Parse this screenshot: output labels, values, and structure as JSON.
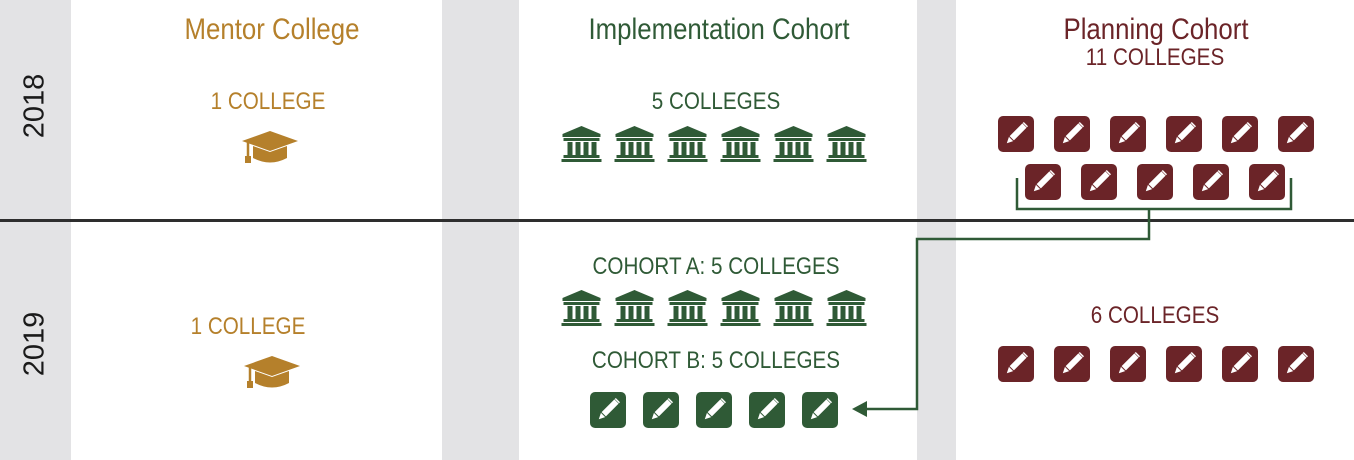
{
  "years": {
    "first": "2018",
    "second": "2019"
  },
  "columns": {
    "mentor": {
      "title": "Mentor College"
    },
    "implementation": {
      "title": "Implementation Cohort"
    },
    "planning": {
      "title": "Planning Cohort"
    }
  },
  "cells": {
    "mentor_2018": {
      "count": "1 COLLEGE",
      "icon": "graduation-cap-icon"
    },
    "implementation_2018": {
      "count": "5 COLLEGES",
      "icon": "institution-building-icon",
      "icon_count": 6
    },
    "planning_2018": {
      "count": "11 COLLEGES",
      "icon": "pencil-square-icon",
      "icon_count": 11
    },
    "mentor_2019": {
      "count": "1 COLLEGE",
      "icon": "graduation-cap-icon"
    },
    "implementation_2019": {
      "cohort_a": {
        "count": "COHORT A: 5 COLLEGES",
        "icon": "institution-building-icon",
        "icon_count": 6
      },
      "cohort_b": {
        "count": "COHORT B: 5 COLLEGES",
        "icon": "pencil-square-icon",
        "icon_count": 5
      }
    },
    "planning_2019": {
      "count": "6 COLLEGES",
      "icon": "pencil-square-icon",
      "icon_count": 6
    }
  },
  "colors": {
    "mentor": "#b5802b",
    "implementation": "#2f5a36",
    "planning": "#6b2428",
    "connector": "#2f5a36",
    "background": "#e3e3e5",
    "divider": "#2e2e2e"
  }
}
